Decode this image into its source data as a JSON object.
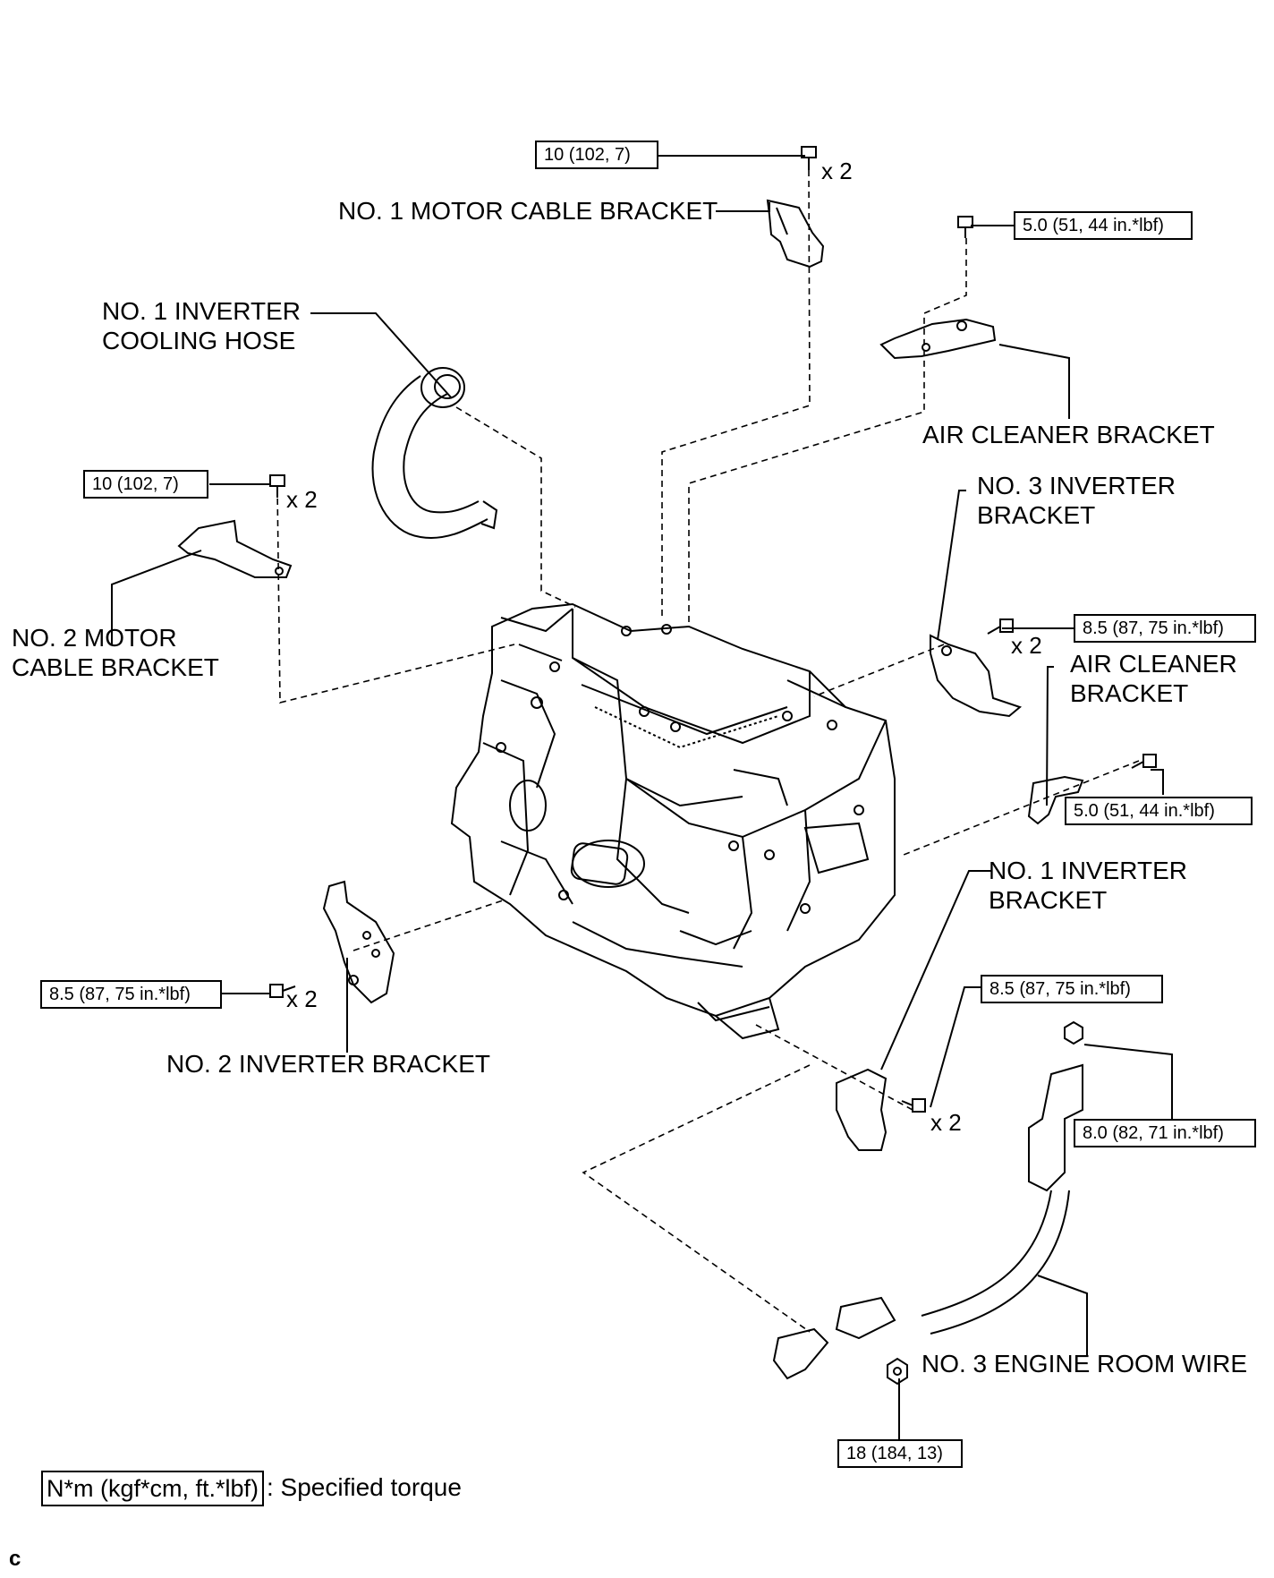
{
  "torque_specs": {
    "motor_cable_bracket_1": "10 (102, 7)",
    "air_cleaner_bracket_top": "5.0 (51, 44 in.*lbf)",
    "motor_cable_bracket_2": "10 (102, 7)",
    "inverter_bracket_3": "8.5 (87, 75 in.*lbf)",
    "air_cleaner_bracket_right": "5.0 (51, 44 in.*lbf)",
    "inverter_bracket_2": "8.5 (87, 75 in.*lbf)",
    "inverter_bracket_1": "8.5 (87, 75 in.*lbf)",
    "engine_room_wire_top": "8.0 (82, 71 in.*lbf)",
    "engine_room_wire_nut": "18 (184, 13)"
  },
  "quantities": {
    "q1": "x 2",
    "q2": "x 2",
    "q3": "x 2",
    "q4": "x 2",
    "q5": "x 2"
  },
  "parts": {
    "motor_cable_bracket_1": "NO. 1 MOTOR CABLE BRACKET",
    "inverter_cooling_hose_line1": "NO. 1 INVERTER",
    "inverter_cooling_hose_line2": "COOLING HOSE",
    "air_cleaner_bracket_top": "AIR CLEANER BRACKET",
    "inverter_bracket_3_line1": "NO. 3 INVERTER",
    "inverter_bracket_3_line2": "BRACKET",
    "motor_cable_bracket_2_line1": "NO. 2 MOTOR",
    "motor_cable_bracket_2_line2": "CABLE BRACKET",
    "air_cleaner_bracket_right_line1": "AIR CLEANER",
    "air_cleaner_bracket_right_line2": "BRACKET",
    "inverter_bracket_1_line1": "NO. 1 INVERTER",
    "inverter_bracket_1_line2": "BRACKET",
    "inverter_bracket_2": "NO. 2 INVERTER BRACKET",
    "engine_room_wire": "NO. 3 ENGINE ROOM WIRE"
  },
  "legend": {
    "unit_box": "N*m (kgf*cm, ft.*lbf)",
    "description": ": Specified torque"
  },
  "corner_code": "c"
}
